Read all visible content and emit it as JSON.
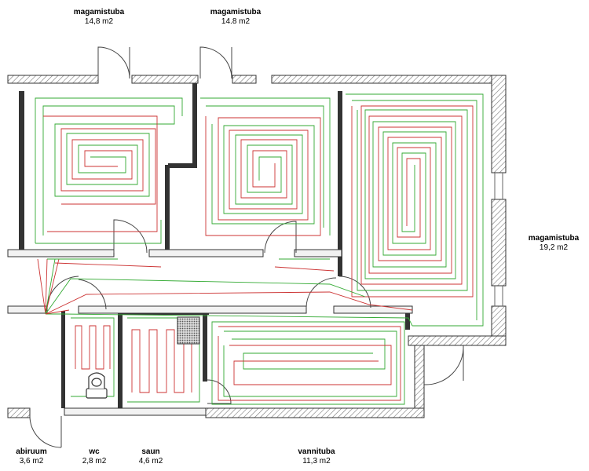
{
  "rooms": [
    {
      "key": "bed1",
      "name": "magamistuba",
      "area": "14,8 m2"
    },
    {
      "key": "bed2",
      "name": "magamistuba",
      "area": "14.8 m2"
    },
    {
      "key": "bed3",
      "name": "magamistuba",
      "area": "19,2 m2"
    },
    {
      "key": "utility",
      "name": "abiruum",
      "area": "3,6 m2"
    },
    {
      "key": "wc",
      "name": "wc",
      "area": "2,8 m2"
    },
    {
      "key": "sauna",
      "name": "saun",
      "area": "4,6 m2"
    },
    {
      "key": "bath",
      "name": "vannituba",
      "area": "11,3 m2"
    }
  ],
  "colors": {
    "wall": "#333333",
    "hatch": "#888888",
    "supply_pipe": "#cc3333",
    "return_pipe": "#33aa33",
    "door": "#444444",
    "window": "#666666"
  },
  "icons": [
    "toilet-icon",
    "sauna-heater-icon",
    "door-swing-icon"
  ]
}
